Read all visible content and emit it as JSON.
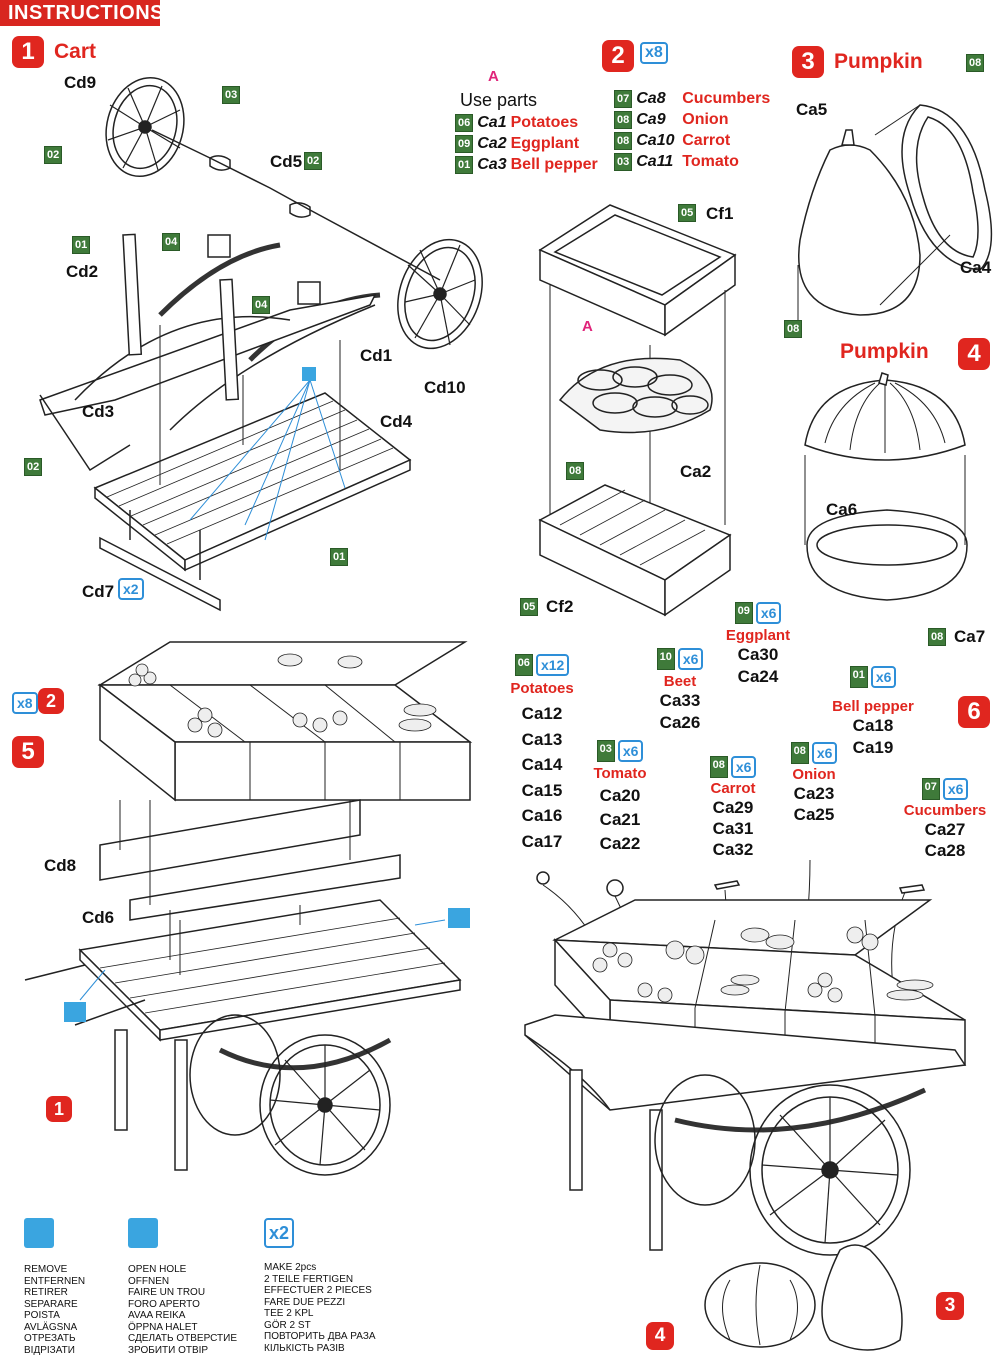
{
  "header": {
    "title": "INSTRUCTIONS"
  },
  "step1": {
    "number": "1",
    "title": "Cart",
    "labels": [
      "Cd9",
      "Cd5",
      "Cd2",
      "Cd1",
      "Cd10",
      "Cd3",
      "Cd4",
      "Cd7"
    ],
    "tags": [
      "03",
      "02",
      "02",
      "01",
      "04",
      "04",
      "02",
      "01"
    ],
    "mult": "x2"
  },
  "step2": {
    "number": "2",
    "mult": "x8",
    "use_parts_letter": "A",
    "use_parts_label": "Use parts",
    "parts_left": [
      {
        "tag": "06",
        "part": "Ca1",
        "name": "Potatoes"
      },
      {
        "tag": "09",
        "part": "Ca2",
        "name": "Eggplant"
      },
      {
        "tag": "01",
        "part": "Ca3",
        "name": "Bell pepper"
      }
    ],
    "parts_right": [
      {
        "tag": "07",
        "part": "Ca8",
        "name": "Cucumbers"
      },
      {
        "tag": "08",
        "part": "Ca9",
        "name": "Onion"
      },
      {
        "tag": "08",
        "part": "Ca10",
        "name": "Carrot"
      },
      {
        "tag": "03",
        "part": "Ca11",
        "name": "Tomato"
      }
    ],
    "labels": {
      "cf1": "Cf1",
      "cf1_tag": "05",
      "a_letter": "A",
      "ca2": "Ca2",
      "tag08": "08",
      "cf2": "Cf2",
      "cf2_tag": "05"
    }
  },
  "step3": {
    "number": "3",
    "title": "Pumpkin",
    "ca5": "Ca5",
    "ca4": "Ca4",
    "tag_a": "08",
    "tag_b": "08"
  },
  "step4": {
    "number": "4",
    "title": "Pumpkin",
    "ca6": "Ca6",
    "ca7": "Ca7",
    "tag": "08"
  },
  "step5": {
    "number": "5",
    "mult": "x8",
    "ref2": "2",
    "cd8": "Cd8",
    "cd6": "Cd6",
    "ref1": "1"
  },
  "step6": {
    "number": "6",
    "groups": [
      {
        "tag": "06",
        "mult": "x12",
        "name": "Potatoes",
        "parts": [
          "Ca12",
          "Ca13",
          "Ca14",
          "Ca15",
          "Ca16",
          "Ca17"
        ]
      },
      {
        "tag": "03",
        "mult": "x6",
        "name": "Tomato",
        "parts": [
          "Ca20",
          "Ca21",
          "Ca22"
        ]
      },
      {
        "tag": "10",
        "mult": "x6",
        "name": "Beet",
        "parts": [
          "Ca33",
          "Ca26"
        ]
      },
      {
        "tag": "08",
        "mult": "x6",
        "name": "Carrot",
        "parts": [
          "Ca29",
          "Ca31",
          "Ca32"
        ]
      },
      {
        "tag": "09",
        "mult": "x6",
        "name": "Eggplant",
        "parts": [
          "Ca30",
          "Ca24"
        ]
      },
      {
        "tag": "08",
        "mult": "x6",
        "name": "Onion",
        "parts": [
          "Ca23",
          "Ca25"
        ]
      },
      {
        "tag": "01",
        "mult": "x6",
        "name": "Bell pepper",
        "parts": [
          "Ca18",
          "Ca19"
        ]
      },
      {
        "tag": "07",
        "mult": "x6",
        "name": "Cucumbers",
        "parts": [
          "Ca27",
          "Ca28"
        ]
      }
    ],
    "ref3": "3",
    "ref4": "4"
  },
  "legend": {
    "remove": [
      "REMOVE",
      "ENTFERNEN",
      "RETIRER",
      "SEPARARE",
      "POISTA",
      "AVLÄGSNA",
      "ОТРЕЗАТЬ",
      "ВІДРІЗАТИ"
    ],
    "open_hole": [
      "OPEN  HOLE",
      "OFFNEN",
      "FAIRE UN TROU",
      "FORO APERTO",
      "AVAA REIKA",
      "ÖPPNA HALET",
      "СДЕЛАТЬ ОТВЕРСТИЕ",
      "ЗРОБИТИ ОТВІР"
    ],
    "make2_symbol": "x2",
    "make2": [
      "MAKE 2pcs",
      "2 TEILE FERTIGEN",
      "EFFECTUER 2 PIECES",
      "FARE DUE PEZZI",
      "TEE 2 KPL",
      "GÖR 2 ST",
      "ПОВТОРИТЬ ДВА РАЗА",
      "КІЛЬКІСТЬ РАЗІВ"
    ]
  },
  "colors": {
    "accent_red": "#e0261f",
    "part_green": "#3f7a3a",
    "symbol_blue": "#2e8fd8"
  }
}
